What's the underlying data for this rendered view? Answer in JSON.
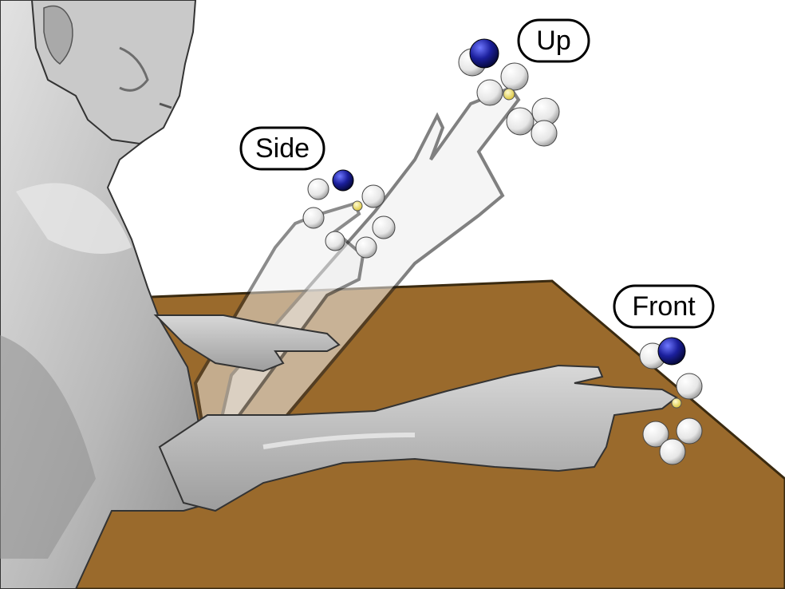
{
  "labels": {
    "up": "Up",
    "side": "Side",
    "front": "Front"
  },
  "colors": {
    "background": "#ffffff",
    "table_top": "#9a6a2c",
    "table_edge": "#3a2a10",
    "skin_light": "#d6d6d6",
    "skin_mid": "#b3b3b3",
    "skin_dark": "#8a8a8a",
    "marker_white": "#f2f2f2",
    "marker_blue": "#1b1f9c",
    "target_yellow": "#f0e15a"
  }
}
